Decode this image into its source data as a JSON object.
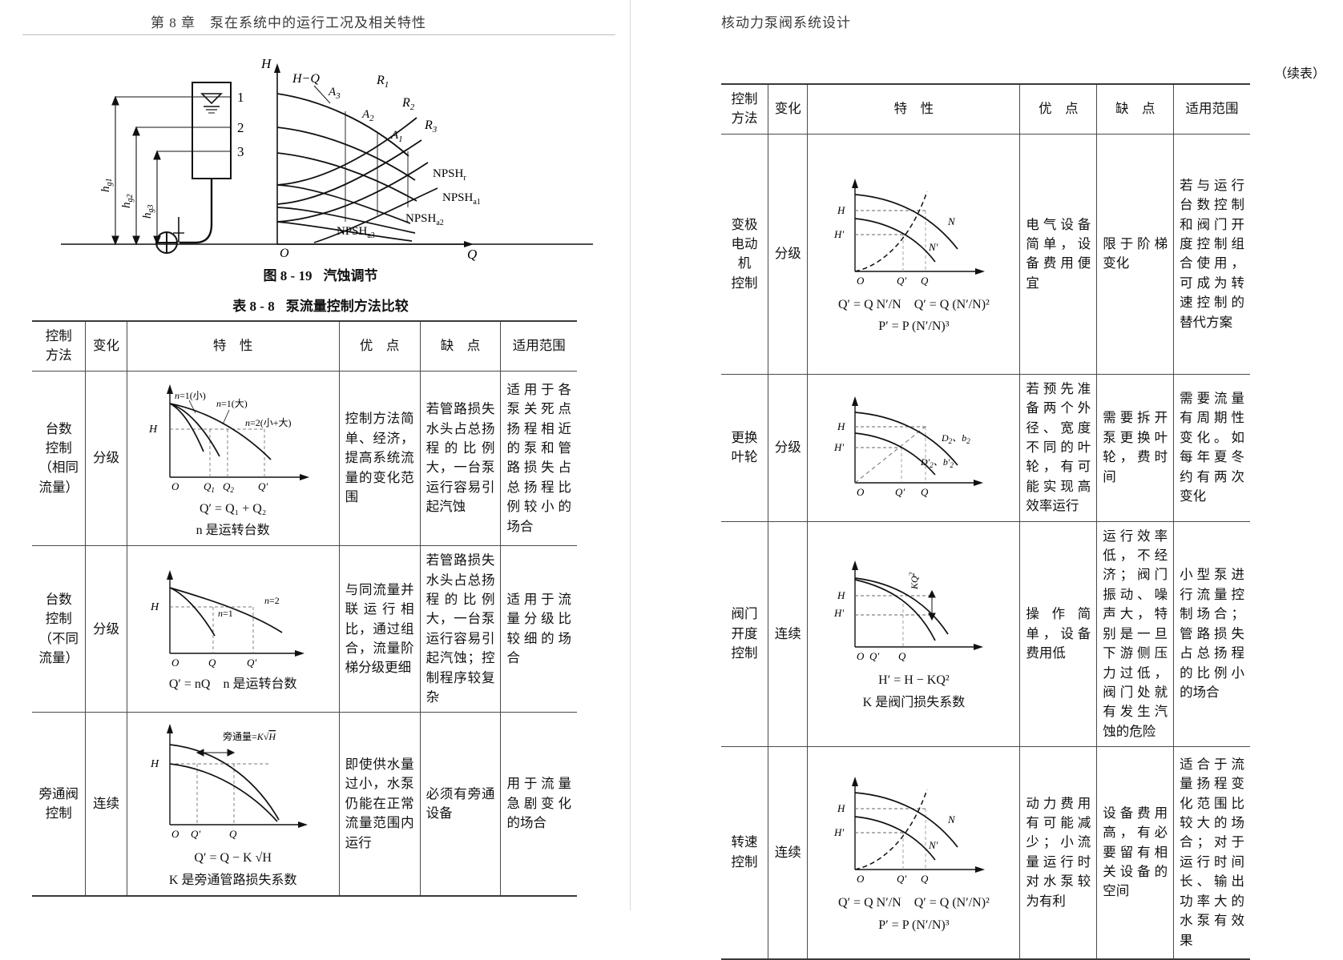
{
  "left_page": {
    "header": "第 8 章　泵在系统中的运行工况及相关特性",
    "figure": {
      "caption_no": "图 8 - 19",
      "caption_title": "汽蚀调节",
      "axis_y": "H",
      "axis_x": "Q",
      "origin": "O",
      "curve_hq": "H−Q",
      "resistance": [
        "R₁",
        "R₂",
        "R₃"
      ],
      "operating_points": [
        "A₃",
        "A₂",
        "A₁"
      ],
      "npsh_required": "NPSH",
      "npsh_required_sub": "r",
      "npsh_available": [
        "NPSH",
        "NPSH",
        "NPSH"
      ],
      "npsh_available_subs": [
        "a1",
        "a2",
        "a3"
      ],
      "tank_levels": [
        "1",
        "2",
        "3"
      ],
      "suction_heights": [
        "h",
        "h",
        "h"
      ],
      "suction_heights_subs": [
        "g1",
        "g2",
        "g3"
      ]
    },
    "table": {
      "caption_no": "表 8 - 8",
      "caption_title": "泵流量控制方法比较",
      "headers": {
        "method": "控制\n方法",
        "method_l1": "控制",
        "method_l2": "方法",
        "change": "变化",
        "feature": "特　性",
        "pro": "优　点",
        "con": "缺　点",
        "scope": "适用范围"
      },
      "rows": [
        {
          "method_lines": [
            "台数",
            "控制",
            "（相同",
            "流量）"
          ],
          "change": "分级",
          "chart": {
            "type": "line",
            "y_label": "H",
            "x_label": "",
            "origin": "O",
            "x_ticks": [
              "Q₁",
              "Q₂",
              "Q′"
            ],
            "curve_labels": [
              "n=1(小)",
              "n=1(大)",
              "n=2(小+大)"
            ]
          },
          "formula1": "Q′ = Q₁ + Q₂",
          "formula2": "n 是运转台数",
          "pro": "控制方法简单、经济，提高系统流量的变化范围",
          "con": "若管路损失水头占总扬程的比例大，一台泵运行容易引起汽蚀",
          "scope": "适用于各泵关死点扬程相近的泵和管路损失占总扬程比例较小的场合"
        },
        {
          "method_lines": [
            "台数",
            "控制",
            "（不同",
            "流量）"
          ],
          "change": "分级",
          "chart": {
            "type": "line",
            "y_label": "H",
            "origin": "O",
            "x_ticks": [
              "Q",
              "Q′"
            ],
            "curve_labels": [
              "n=1",
              "n=2"
            ]
          },
          "formula1": "Q′ = nQ　n 是运转台数",
          "formula2": "",
          "pro": "与同流量并联运行相比，通过组合，流量阶梯分级更细",
          "con": "若管路损失水头占总扬程的比例大，一台泵运行容易引起汽蚀；控制程序较复杂",
          "scope": "适用于流量分级比较细的场合"
        },
        {
          "method_lines": [
            "旁通阀",
            "控制"
          ],
          "change": "连续",
          "chart": {
            "type": "line",
            "y_label": "H",
            "origin": "O",
            "x_ticks": [
              "Q′",
              "Q"
            ],
            "annotation": "旁通量=K√H"
          },
          "formula1": "Q′ = Q − K √H",
          "formula2": "K 是旁通管路损失系数",
          "pro": "即使供水量过小，水泵仍能在正常流量范围内运行",
          "con": "必须有旁通设备",
          "scope": "用于流量急剧变化的场合"
        }
      ]
    }
  },
  "right_page": {
    "header": "核动力泵阀系统设计",
    "continued_label": "（续表）",
    "table": {
      "headers": {
        "method_l1": "控制",
        "method_l2": "方法",
        "change": "变化",
        "feature": "特　性",
        "pro": "优　点",
        "con": "缺　点",
        "scope": "适用范围"
      },
      "rows": [
        {
          "method_lines": [
            "变极",
            "电动机",
            "控制"
          ],
          "change": "分级",
          "chart": {
            "type": "line",
            "y_ticks": [
              "H",
              "H′"
            ],
            "origin": "O",
            "x_ticks": [
              "Q′",
              "Q"
            ],
            "curve_labels": [
              "N",
              "N′"
            ]
          },
          "formula1_a": "Q′ = Q N′/N",
          "formula1_b": "Q′ = Q (N′/N)²",
          "formula2": "P′ = P (N′/N)³",
          "pro": "电气设备简单，设备费用便宜",
          "con": "限于阶梯变化",
          "scope": "若与运行台数控制和阀门开度控制组合使用，可成为转速控制的替代方案"
        },
        {
          "method_lines": [
            "更换",
            "叶轮"
          ],
          "change": "分级",
          "chart": {
            "type": "line",
            "y_ticks": [
              "H",
              "H′"
            ],
            "origin": "O",
            "x_ticks": [
              "Q′",
              "Q"
            ],
            "curve_labels": [
              "D₂、b₂",
              "D′₂、b′₂"
            ]
          },
          "formula1_a": "",
          "formula1_b": "",
          "formula2": "",
          "pro": "若预先准备两个外径、宽度不同的叶轮，有可能实现高效率运行",
          "con": "需要拆开泵更换叶轮，费时间",
          "scope": "需要流量有周期性变化。如每年夏冬约有两次变化"
        },
        {
          "method_lines": [
            "阀门",
            "开度",
            "控制"
          ],
          "change": "连续",
          "chart": {
            "type": "line",
            "y_ticks": [
              "H",
              "H′"
            ],
            "origin": "O",
            "x_ticks": [
              "Q′",
              "Q"
            ],
            "annotation": "KQ²"
          },
          "formula1_a": "H′ = H − KQ²",
          "formula1_b": "",
          "formula2": "K 是阀门损失系数",
          "pro": "操作简单，设备费用低",
          "con": "运行效率低，不经济；阀门振动、噪声大，特别是一旦下游侧压力过低，阀门处就有发生汽蚀的危险",
          "scope": "小型泵进行流量控制场合；管路损失占总扬程的比例小的场合"
        },
        {
          "method_lines": [
            "转速",
            "控制"
          ],
          "change": "连续",
          "chart": {
            "type": "line",
            "y_ticks": [
              "H",
              "H′"
            ],
            "origin": "O",
            "x_ticks": [
              "Q′",
              "Q"
            ],
            "curve_labels": [
              "N",
              "N′"
            ]
          },
          "formula1_a": "Q′ = Q N′/N",
          "formula1_b": "Q′ = Q (N′/N)²",
          "formula2": "P′ = P (N′/N)³",
          "pro": "动力费用有可能减少；小流量运行时对水泵较为有利",
          "con": "设备费用高，有必要留有相关设备的空间",
          "scope": "适合于流量扬程变化范围比较大的场合；对于运行时间长、输出功率大的水泵有效果"
        }
      ]
    }
  }
}
